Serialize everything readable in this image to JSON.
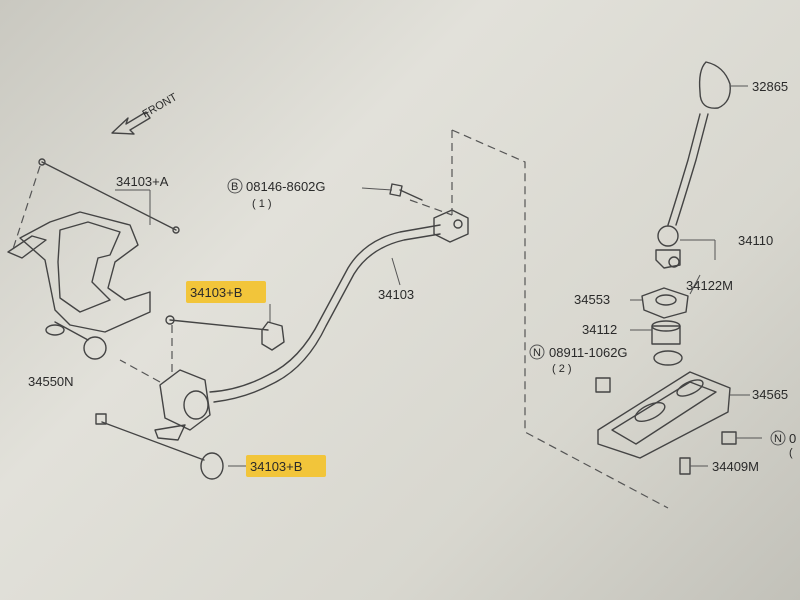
{
  "front_label": "FRONT",
  "labels": {
    "p34103A": "34103+A",
    "p34103B_1": "34103+B",
    "p34103B_2": "34103+B",
    "p34103": "34103",
    "p34550N": "34550N",
    "bolt_prefix": "B",
    "bolt_code": "08146-8602G",
    "bolt_qty": "( 1 )",
    "nut_prefix": "N",
    "nut_code": "08911-1062G",
    "nut_qty": "( 2 )",
    "nut2_prefix": "N",
    "nut2_code": "0",
    "nut2_qty": "(",
    "p32865": "32865",
    "p34110": "34110",
    "p34122M": "34122M",
    "p34553": "34553",
    "p34112": "34112",
    "p34565": "34565",
    "p34409M": "34409M"
  },
  "colors": {
    "highlight": "#f2c53a",
    "line": "#444444"
  }
}
